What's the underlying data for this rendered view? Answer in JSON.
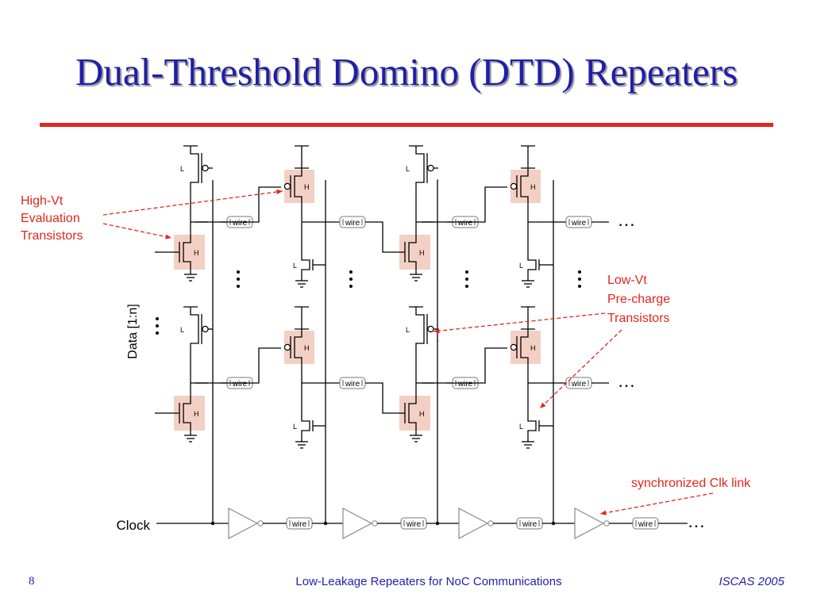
{
  "slide": {
    "title": "Dual-Threshold Domino (DTD) Repeaters",
    "accent_color": "#e3261b",
    "title_color": "#1f1fa8"
  },
  "diagram": {
    "wire_label": "wire",
    "high_vt_label": "H",
    "low_vt_label": "L",
    "clock_label": "Clock",
    "data_label": "Data [1:n]",
    "ellipsis": "…",
    "annotations": {
      "high_vt": [
        "High-Vt",
        "Evaluation",
        "Transistors"
      ],
      "low_vt": [
        "Low-Vt",
        "Pre-charge",
        "Transistors"
      ],
      "clk_link": "synchronized Clk link"
    },
    "annotation_color": "#e3261b",
    "highlight_color": "#f3cfc4"
  },
  "footer": {
    "page_number": "8",
    "center": "Low-Leakage Repeaters for NoC Communications",
    "right": "ISCAS 2005"
  }
}
